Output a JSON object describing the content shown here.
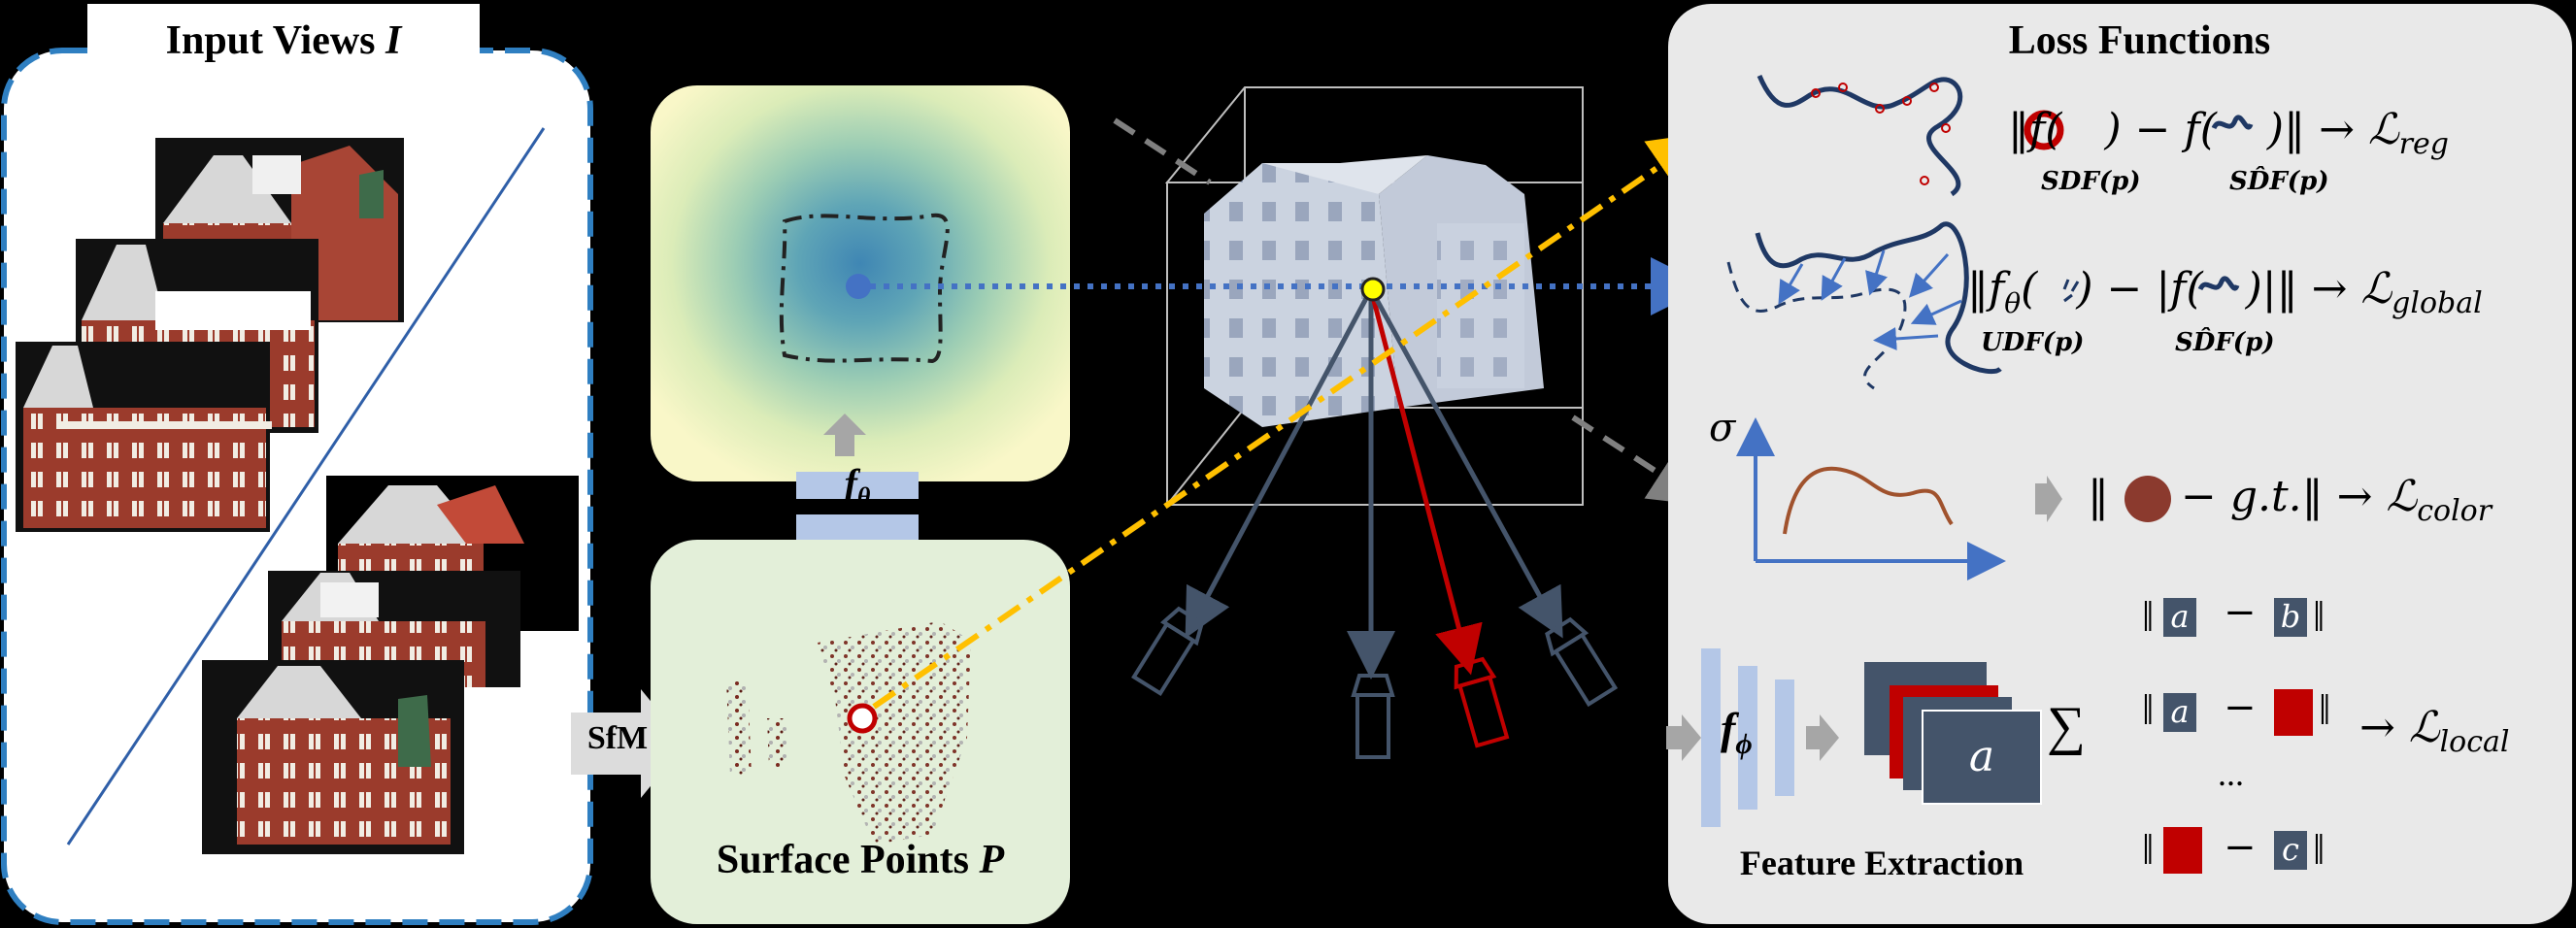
{
  "input_views": {
    "title": "Input Views",
    "symbol": "I"
  },
  "sfm_label": "SfM",
  "surface_points": {
    "title": "Surface Points",
    "symbol": "P"
  },
  "network": {
    "f_symbol": "f",
    "theta": "θ"
  },
  "feature_extraction": {
    "label": "Feature Extraction",
    "f_symbol": "f",
    "phi": "ϕ",
    "map_letter": "a"
  },
  "loss_functions": {
    "title": "Loss Functions",
    "reg": {
      "norm_open": "‖",
      "f1": "f(",
      "mid": ") − f(",
      "close": ")‖ → ",
      "loss": "ℒ",
      "sub": "reg",
      "label_left": "SDF(p)",
      "label_right": "SD̂F(p)"
    },
    "global": {
      "expr_left": "‖f",
      "theta": "θ",
      "expr_mid": "(",
      "expr_mid2": ") − |f(",
      "expr_close": ")|‖ → ",
      "loss": "ℒ",
      "sub": "global",
      "label_left": "UDF(p)",
      "label_right": "SD̂F(p)"
    },
    "color": {
      "sigma": "σ",
      "expr_open": "‖",
      "expr_rest": " − g.t.‖ → ",
      "loss": "ℒ",
      "sub": "color"
    },
    "local": {
      "sum": "∑",
      "row1_a": "a",
      "row1_b": "b",
      "row2_a": "a",
      "row4_c": "c",
      "minus": "−",
      "dots": "...",
      "arrow": "→ ",
      "loss": "ℒ",
      "sub": "local"
    }
  },
  "colors": {
    "background": "#000000",
    "dash_border": "#2f7fc1",
    "sdf_panel_outer": "#f9f7c8",
    "sdf_panel_inner": "#5c9bb8",
    "points_panel": "#e3efd9",
    "loss_panel": "#e9e9e9",
    "blue_line": "#4472c4",
    "yellow_line": "#ffc000",
    "red_camera": "#c00000",
    "navy": "#44546a",
    "grey_arrow": "#a6a6a6",
    "brick": "#8b3a2e"
  }
}
